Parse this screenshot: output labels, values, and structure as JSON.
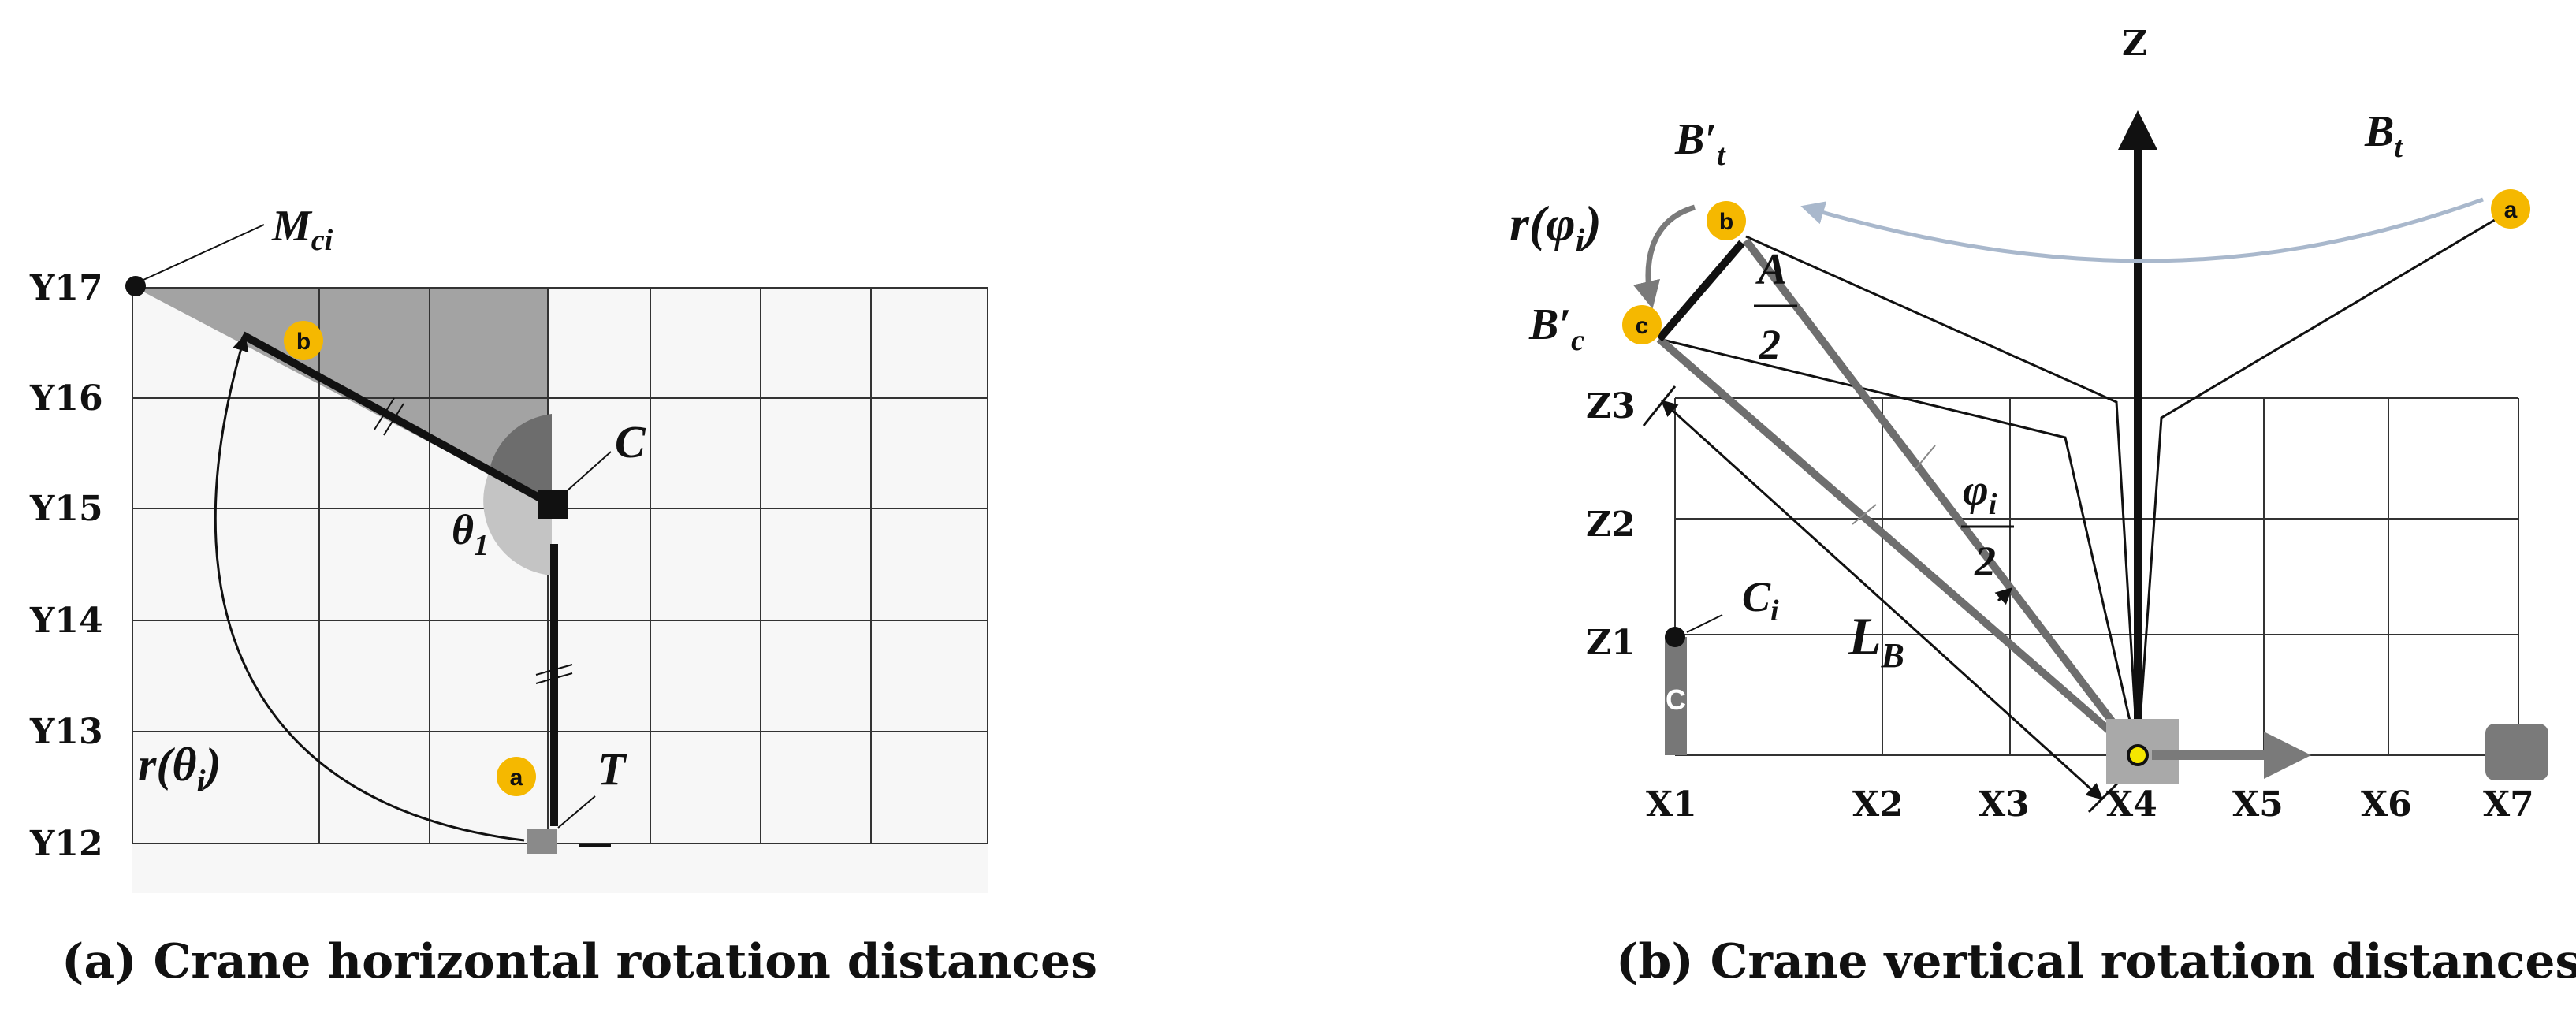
{
  "panel_a": {
    "caption": "(a) Crane horizontal rotation distances",
    "y_labels": [
      "Y17",
      "Y16",
      "Y15",
      "Y14",
      "Y13",
      "Y12"
    ],
    "labels": {
      "mci": "M",
      "mci_sub": "ci",
      "c": "C",
      "theta": "θ",
      "theta_sub": "1",
      "t": "T",
      "r_theta": "r(θ",
      "r_theta_sub": "i",
      "r_theta_close": ")"
    },
    "markers": {
      "a": "a",
      "b": "b"
    }
  },
  "panel_b": {
    "caption": "(b) Crane vertical rotation distances",
    "z_axis_label": "Z",
    "z_labels": [
      "Z3",
      "Z2",
      "Z1"
    ],
    "x_labels": [
      "X1",
      "X2",
      "X3",
      "X4",
      "X5",
      "X6",
      "X7"
    ],
    "labels": {
      "bt_prime": "B′",
      "bt_prime_sub": "t",
      "bc_prime": "B′",
      "bc_prime_sub": "c",
      "bt": "B",
      "bt_sub": "t",
      "r_phi": "r(φ",
      "r_phi_sub": "i",
      "r_phi_close": ")",
      "a_frac": "A",
      "a_den": "2",
      "phi_frac": "φ",
      "phi_sub": "i",
      "phi_den": "2",
      "lb": "L",
      "lb_sub": "B",
      "ci": "C",
      "ci_sub": "i",
      "crane_c": "C"
    },
    "markers": {
      "a": "a",
      "b": "b",
      "c": "c"
    }
  },
  "colors": {
    "marker": "#f5b800",
    "grid": "#333333",
    "shade": "#9a9a9a",
    "dark": "#666666",
    "boom_gray": "#6e6e6e",
    "arc_blue": "#a9b8cc"
  }
}
